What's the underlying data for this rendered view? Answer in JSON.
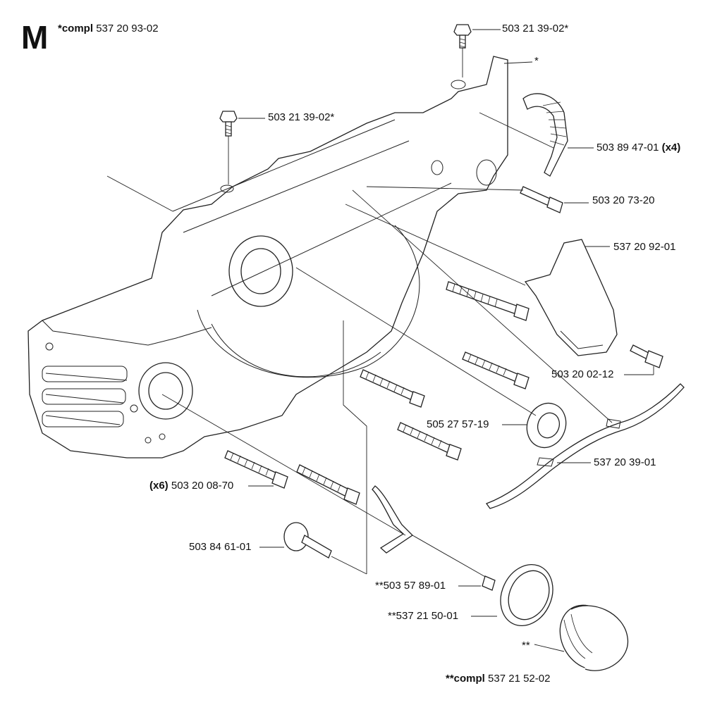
{
  "diagram": {
    "section_letter": "M",
    "compl_top": {
      "prefix": "*compl",
      "number": "537 20 93-02"
    },
    "compl_bottom": {
      "prefix": "**compl",
      "number": "537 21 52-02"
    },
    "labels": {
      "screw_top_right": "503 21 39-02*",
      "asterisk_handle": "*",
      "screw_top_left": "503 21 39-02*",
      "clip_number": "503 89 47-01",
      "clip_qty": "(x4)",
      "bolt_right": "503 20 73-20",
      "cover_right": "537 20 92-01",
      "bolt_small": "503 20 02-12",
      "seal_ring": "505 27 57-19",
      "pipe": "537 20 39-01",
      "bolt_set_qty": "(x6)",
      "bolt_set_number": "503 20 08-70",
      "plug": "503 84 61-01",
      "hose": "**503 57 89-01",
      "gasket": "**537 21 50-01",
      "cap_asterisk": "**"
    }
  }
}
